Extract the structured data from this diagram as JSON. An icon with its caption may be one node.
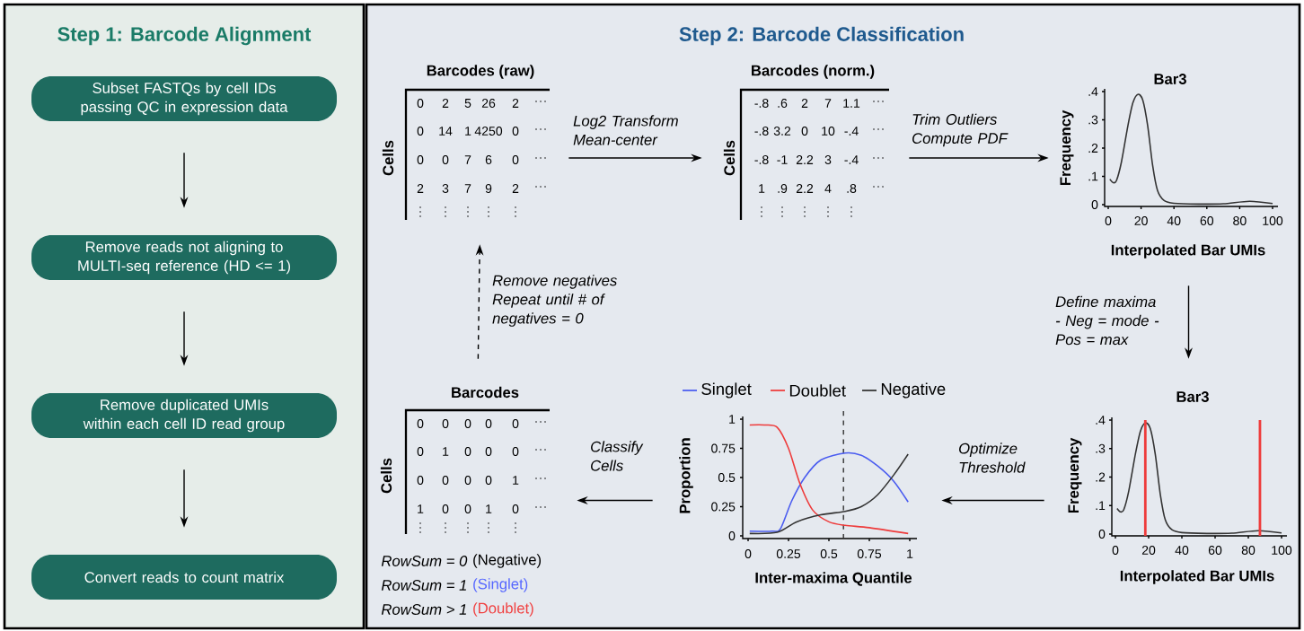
{
  "diagram": {
    "nodes": [
      {
        "text": [
          "Step 1: Barcode Alignment"
        ]
      },
      {
        "text": [
          "Subset FASTQs by cell IDs passing QC in expression data"
        ],
        "in": 0
      },
      {
        "text": [
          "Remove reads not aligning to MULTI-seq reference (HD <= 1)"
        ],
        "in": 0
      },
      {
        "text": [
          "Remove duplicated UMIs within each cell ID read group"
        ],
        "in": 0
      },
      {
        "text": [
          "Convert reads to count matrix"
        ],
        "in": 0
      },
      {
        "text": [
          "Step 2: Barcode Classification"
        ]
      },
      {
        "text": [
          "Barcodes (raw)",
          "Cells"
        ],
        "in": 5
      },
      {
        "text": [
          "Barcodes (norm.)",
          "Cells"
        ],
        "in": 5
      },
      {
        "text": [
          "Bar3",
          "Frequency",
          "Interpolated Bar UMIs"
        ],
        "in": 5
      },
      {
        "text": [
          "Barcodes",
          "Cells"
        ],
        "in": 5
      },
      {
        "text": [
          "Proportion",
          "Inter-maxima Quantile"
        ],
        "in": 5
      },
      {
        "text": [
          "Bar3",
          "Frequency",
          "Interpolated Bar UMIs"
        ],
        "in": 5
      }
    ],
    "edges": [
      {
        "from": 1,
        "to": 2,
        "arrow": "to"
      },
      {
        "from": 2,
        "to": 3,
        "arrow": "to"
      },
      {
        "from": 3,
        "to": 4,
        "arrow": "to"
      },
      {
        "from": 6,
        "to": 7,
        "arrow": "to",
        "label": "Log2 Transform Mean-center"
      },
      {
        "from": 7,
        "to": 8,
        "arrow": "to",
        "label": "Trim Outliers Compute PDF"
      },
      {
        "from": 8,
        "to": 11,
        "arrow": "to",
        "label": "Define maxima - Neg = mode - Pos = max"
      },
      {
        "from": 11,
        "to": 10,
        "arrow": "to",
        "label": "Optimize Threshold"
      },
      {
        "from": 10,
        "to": 9,
        "arrow": "to",
        "label": "Classify Cells"
      },
      {
        "from": 9,
        "to": 6,
        "arrow": "to",
        "label": "Remove negatives Repeat until # of negatives = 0",
        "style": "dashed"
      }
    ],
    "labels": [
      "0",
      "2",
      "5",
      "26",
      "2",
      "0",
      "14",
      "1",
      "4250",
      "0",
      "0",
      "0",
      "7",
      "6",
      "0",
      "2",
      "3",
      "7",
      "9",
      "2",
      "-.8",
      ".6",
      "2",
      "7",
      "1.1",
      "-.8",
      "3.2",
      "0",
      "10",
      "-.4",
      "-.8",
      "-1",
      "2.2",
      "3",
      "-.4",
      "1",
      ".9",
      "2.2",
      "4",
      ".8",
      ".4",
      ".3",
      ".2",
      ".1",
      "0",
      "0",
      "20",
      "40",
      "60",
      "80",
      "100",
      "0",
      "0",
      "0",
      "0",
      "0",
      "0",
      "1",
      "0",
      "0",
      "0",
      "0",
      "0",
      "0",
      "0",
      "1",
      "1",
      "0",
      "0",
      "1",
      "0",
      "RowSum = 0",
      "(Negative)",
      "RowSum = 1",
      "(Singlet)",
      "RowSum > 1",
      "(Doublet)",
      "1",
      "0.75",
      "0.5",
      "0.25",
      "0",
      "0",
      "0.25",
      "0.5",
      "0.75",
      "1",
      ".4",
      ".3",
      ".2",
      ".1",
      "0",
      "0",
      "20",
      "40",
      "60",
      "80",
      "100"
    ],
    "legend": [
      {
        "text": "Singlet"
      },
      {
        "text": "Doublet"
      },
      {
        "text": "Negative"
      }
    ]
  }
}
